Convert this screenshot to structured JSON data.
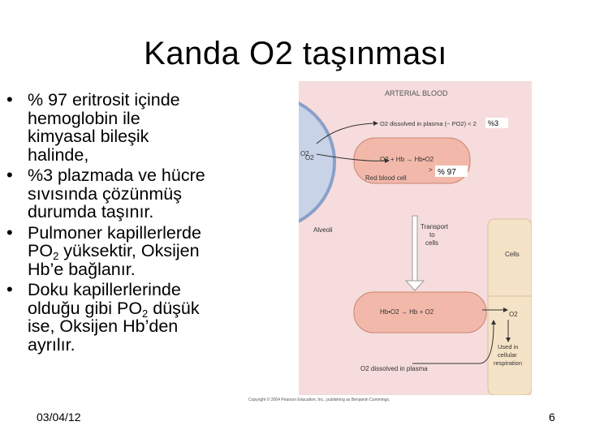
{
  "slide": {
    "title": "Kanda O2 taşınması",
    "date": "03/04/12",
    "page_number": "6"
  },
  "bullets": [
    {
      "lines": [
        "% 97 eritrosit içinde",
        "hemoglobin ile",
        "kimyasal bileşik",
        "halinde,"
      ]
    },
    {
      "lines": [
        "%3 plazmada ve hücre",
        "sıvısında çözünmüş",
        "durumda taşınır."
      ]
    },
    {
      "line1": "Pulmoner kapillerlerde",
      "po": "PO",
      "sub": "2",
      "after_sub": " yüksektir, Oksijen",
      "line3": "Hb’e bağlanır."
    },
    {
      "line1": "Doku kapillerlerinde",
      "line2_pre": "olduğu gibi PO",
      "sub": "2",
      "line2_post": " düşük",
      "line3": "ise, Oksijen Hb’den",
      "line4": "ayrılır."
    }
  ],
  "figure": {
    "header": "ARTERIAL BLOOD",
    "o2_alveoli": "O2",
    "o2_plasma_top": "O2",
    "dissolved_plasma_top": "O2 dissolved in plasma (~ PO2) < 2",
    "badge_3": "%3",
    "reaction_top": "O2 + Hb  →  Hb•O2",
    "rbc_label": "Red blood cell",
    "badge_97": "% 97",
    "arrow_mark": ">",
    "alveoli_label": "Alveoli",
    "transport_line1": "Transport",
    "transport_line2": "to",
    "transport_line3": "cells",
    "cells_label": "Cells",
    "reaction_bottom": "Hb•O2  →  Hb + O2",
    "o2_cell": "O2",
    "used_line1": "Used in",
    "used_line2": "cellular",
    "used_line3": "respiration",
    "dissolved_plasma_bottom": "O2 dissolved in plasma",
    "copyright": "Copyright © 2004 Pearson Education, Inc., publishing as Benjamin Cummings."
  },
  "colors": {
    "figure_background": "#f6dcdc",
    "bubble_fill": "#f2b9aa",
    "bubble_stroke": "#c98470",
    "cells_column": "#f5e3c7",
    "alveolus_fill": "#c8d3e8",
    "badge_fill": "#ffffff"
  }
}
